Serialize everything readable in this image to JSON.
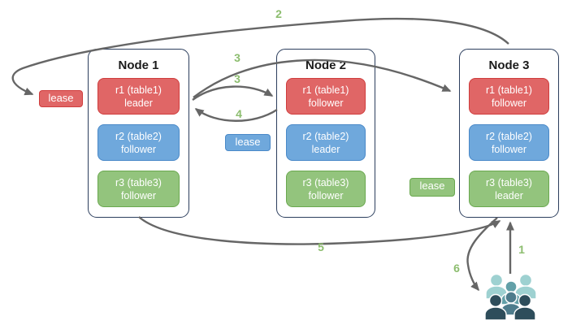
{
  "nodes": [
    {
      "title": "Node 1",
      "replicas": [
        {
          "name": "r1 (table1)",
          "role": "leader"
        },
        {
          "name": "r2 (table2)",
          "role": "follower"
        },
        {
          "name": "r3 (table3)",
          "role": "follower"
        }
      ]
    },
    {
      "title": "Node 2",
      "replicas": [
        {
          "name": "r1 (table1)",
          "role": "follower"
        },
        {
          "name": "r2 (table2)",
          "role": "leader"
        },
        {
          "name": "r3 (table3)",
          "role": "follower"
        }
      ]
    },
    {
      "title": "Node 3",
      "replicas": [
        {
          "name": "r1 (table1)",
          "role": "follower"
        },
        {
          "name": "r2 (table2)",
          "role": "follower"
        },
        {
          "name": "r3 (table3)",
          "role": "leader"
        }
      ]
    }
  ],
  "leases": [
    {
      "label": "lease",
      "color": "#e06666"
    },
    {
      "label": "lease",
      "color": "#6fa8dc"
    },
    {
      "label": "lease",
      "color": "#93c47d"
    }
  ],
  "steps": [
    {
      "text": "1"
    },
    {
      "text": "2"
    },
    {
      "text": "3"
    },
    {
      "text": "3"
    },
    {
      "text": "4"
    },
    {
      "text": "5"
    },
    {
      "text": "6"
    }
  ],
  "icons": {
    "users": "people-group-icon"
  },
  "colors": {
    "replica_red": "#e06666",
    "replica_red_border": "#cf3d3d",
    "replica_blue": "#6fa8dc",
    "replica_blue_border": "#4a89c8",
    "replica_green": "#93c47d",
    "replica_green_border": "#6aa84f",
    "node_border": "#2c3e5d",
    "arrow_gray": "#666666",
    "step_label_green": "#8cbd6e",
    "people_light_teal": "#9ed1d1",
    "people_mid_teal": "#63a0a8",
    "people_mid_dark": "#4e7c8c",
    "people_dark": "#2e4d5b"
  }
}
